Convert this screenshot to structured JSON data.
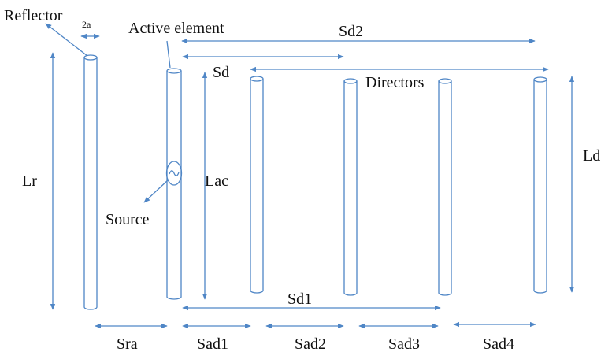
{
  "colors": {
    "line": "#4F86C6",
    "text": "#111111",
    "background": "#ffffff"
  },
  "labels": {
    "reflector": "Reflector",
    "diameter": "2a",
    "active_element": "Active element",
    "sd2": "Sd2",
    "sd": "Sd",
    "directors": "Directors",
    "lr": "Lr",
    "lac": "Lac",
    "ld": "Ld",
    "source": "Source",
    "sd1": "Sd1",
    "sra": "Sra",
    "sad1": "Sad1",
    "sad2": "Sad2",
    "sad3": "Sad3",
    "sad4": "Sad4"
  },
  "elements": [
    {
      "name": "reflector-element",
      "role": "reflector"
    },
    {
      "name": "active-element",
      "role": "active"
    },
    {
      "name": "director-element-1",
      "role": "director"
    },
    {
      "name": "director-element-2",
      "role": "director"
    },
    {
      "name": "director-element-3",
      "role": "director"
    },
    {
      "name": "director-element-4",
      "role": "director"
    }
  ],
  "icons": {
    "source": "ac-source-icon"
  }
}
